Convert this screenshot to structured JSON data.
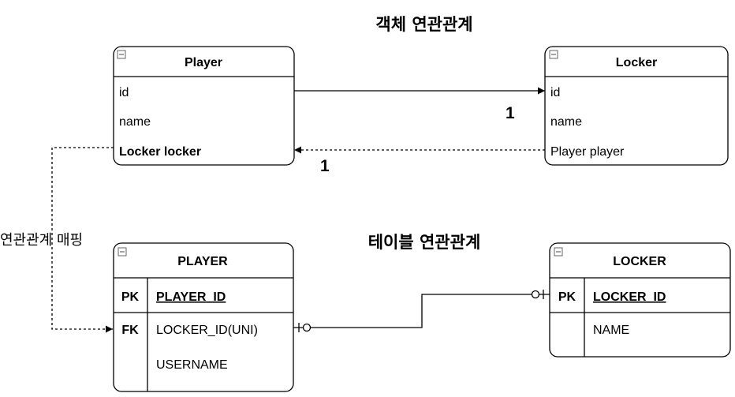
{
  "titles": {
    "object_relation": "객체 연관관계",
    "table_relation": "테이블 연관관계",
    "mapping_label": "연관관계 매핑"
  },
  "objects": {
    "player": {
      "name": "Player",
      "fields": [
        "id",
        "name",
        "Locker locker"
      ]
    },
    "locker": {
      "name": "Locker",
      "fields": [
        "id",
        "name",
        "Player player"
      ]
    }
  },
  "multiplicity": {
    "player_to_locker": "1",
    "locker_to_player": "1"
  },
  "tables": {
    "player": {
      "name": "PLAYER",
      "rows": [
        {
          "key": "PK",
          "column": "PLAYER_ID"
        },
        {
          "key": "FK",
          "column": "LOCKER_ID(UNI)"
        },
        {
          "key": "",
          "column": "USERNAME"
        }
      ]
    },
    "locker": {
      "name": "LOCKER",
      "rows": [
        {
          "key": "PK",
          "column": "LOCKER_ID"
        },
        {
          "key": "",
          "column": "NAME"
        }
      ]
    }
  }
}
